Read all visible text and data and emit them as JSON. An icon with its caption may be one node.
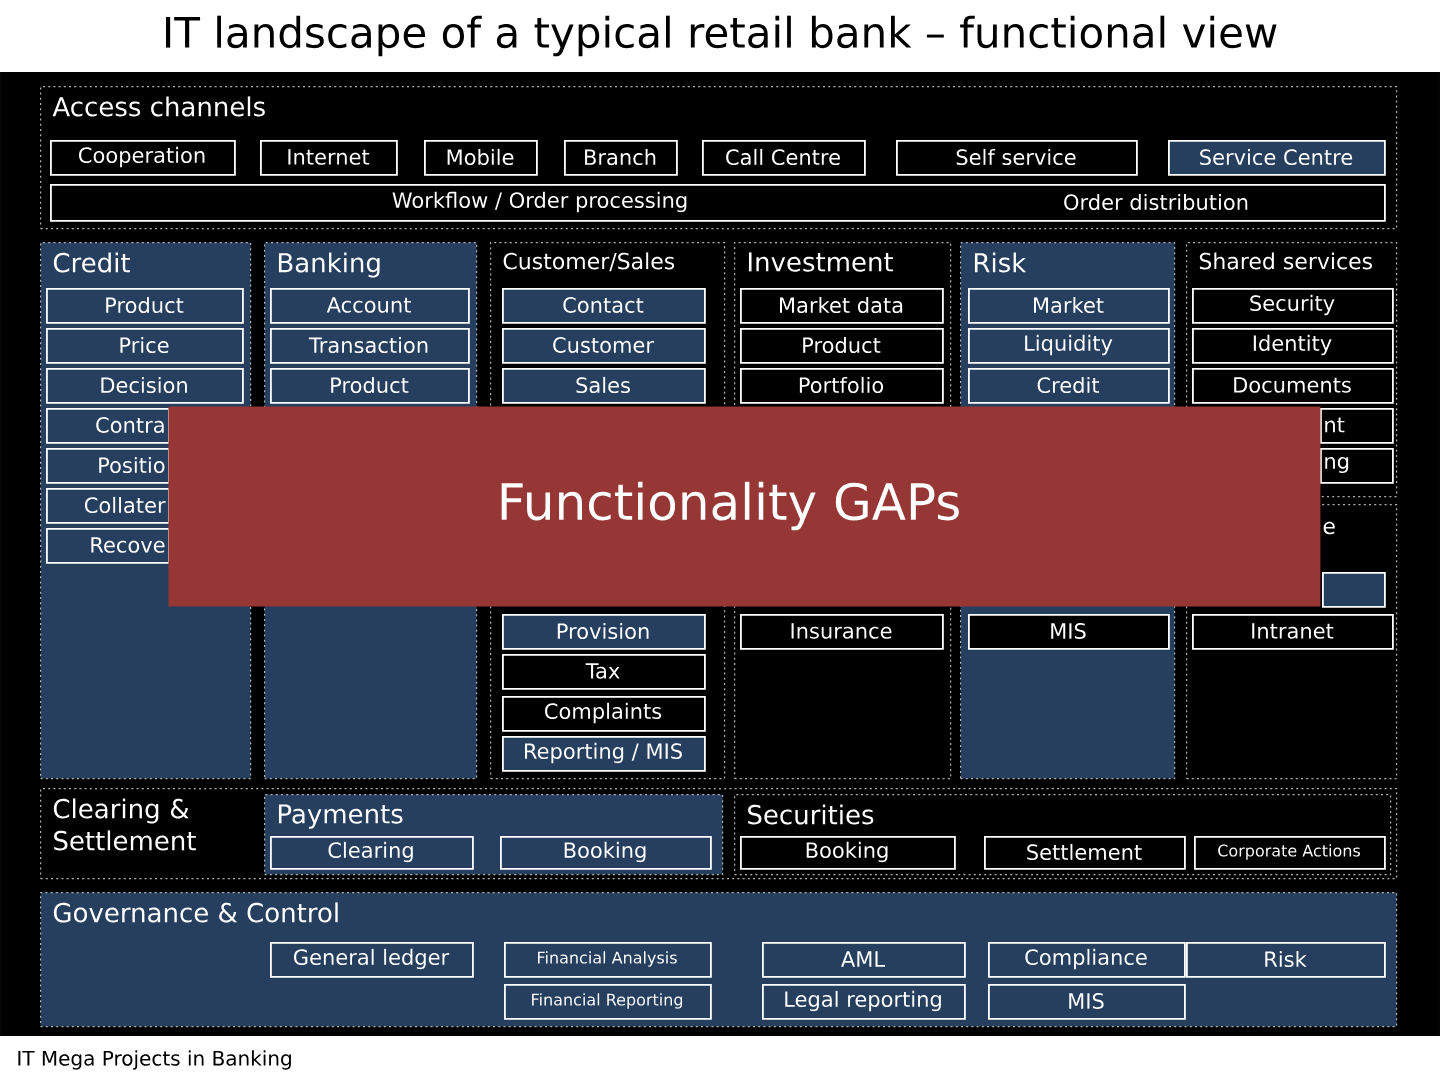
{
  "diagram": {
    "title": "IT landscape of a typical retail bank – functional view",
    "nodes": [
      {
        "text": [
          "Access channels"
        ]
      },
      {
        "text": [
          "Cooperation"
        ],
        "in": 0
      },
      {
        "text": [
          "Internet"
        ],
        "in": 0
      },
      {
        "text": [
          "Mobile"
        ],
        "in": 0
      },
      {
        "text": [
          "Branch"
        ],
        "in": 0
      },
      {
        "text": [
          "Call Centre"
        ],
        "in": 0
      },
      {
        "text": [
          "Self service"
        ],
        "in": 0
      },
      {
        "text": [
          "Service Centre"
        ],
        "in": 0
      },
      {
        "text": [
          "Workflow / Order processing",
          "Order distribution"
        ],
        "in": 0
      },
      {
        "text": [
          "Credit"
        ]
      },
      {
        "text": [
          "Product"
        ],
        "in": 9
      },
      {
        "text": [
          "Price"
        ],
        "in": 9
      },
      {
        "text": [
          "Decision"
        ],
        "in": 9
      },
      {
        "text": [
          "Contra"
        ],
        "in": 9
      },
      {
        "text": [
          "Positio"
        ],
        "in": 9
      },
      {
        "text": [
          "Collater"
        ],
        "in": 9
      },
      {
        "text": [
          "Recove"
        ],
        "in": 9
      },
      {
        "text": [
          "Banking"
        ]
      },
      {
        "text": [
          "Account"
        ],
        "in": 17
      },
      {
        "text": [
          "Transaction"
        ],
        "in": 17
      },
      {
        "text": [
          "Product"
        ],
        "in": 17
      },
      {
        "text": [
          "Customer/Sales"
        ]
      },
      {
        "text": [
          "Contact"
        ],
        "in": 21
      },
      {
        "text": [
          "Customer"
        ],
        "in": 21
      },
      {
        "text": [
          "Sales"
        ],
        "in": 21
      },
      {
        "text": [
          "Provision"
        ],
        "in": 21
      },
      {
        "text": [
          "Tax"
        ],
        "in": 21
      },
      {
        "text": [
          "Complaints"
        ],
        "in": 21
      },
      {
        "text": [
          "Reporting / MIS"
        ],
        "in": 21
      },
      {
        "text": [
          "Investment"
        ]
      },
      {
        "text": [
          "Market data"
        ],
        "in": 29
      },
      {
        "text": [
          "Product"
        ],
        "in": 29
      },
      {
        "text": [
          "Portfolio"
        ],
        "in": 29
      },
      {
        "text": [
          "Insurance"
        ],
        "in": 29
      },
      {
        "text": [
          "Risk"
        ]
      },
      {
        "text": [
          "Market"
        ],
        "in": 34
      },
      {
        "text": [
          "Liquidity"
        ],
        "in": 34
      },
      {
        "text": [
          "Credit"
        ],
        "in": 34
      },
      {
        "text": [
          "MIS"
        ],
        "in": 34
      },
      {
        "text": [
          "Shared services"
        ]
      },
      {
        "text": [
          "Security"
        ],
        "in": 39
      },
      {
        "text": [
          "Identity"
        ],
        "in": 39
      },
      {
        "text": [
          "Documents"
        ],
        "in": 39
      },
      {
        "text": [
          "nt"
        ],
        "in": 39
      },
      {
        "text": [
          "ng"
        ],
        "in": 39
      },
      {
        "text": [
          "e"
        ]
      },
      {
        "text": [],
        "shape": "box",
        "in": 45
      },
      {
        "text": [
          "Intranet"
        ],
        "in": 45
      },
      {
        "text": [
          "Clearing & Settlement"
        ]
      },
      {
        "text": [
          "Payments"
        ],
        "in": 48
      },
      {
        "text": [
          "Clearing"
        ],
        "in": 49
      },
      {
        "text": [
          "Booking"
        ],
        "in": 49
      },
      {
        "text": [
          "Securities"
        ],
        "in": 48
      },
      {
        "text": [
          "Booking"
        ],
        "in": 52
      },
      {
        "text": [
          "Settlement"
        ],
        "in": 52
      },
      {
        "text": [
          "Corporate Actions"
        ],
        "in": 52
      },
      {
        "text": [
          "Governance & Control"
        ]
      },
      {
        "text": [
          "General ledger"
        ],
        "in": 56
      },
      {
        "text": [
          "Financial Analysis"
        ],
        "in": 56
      },
      {
        "text": [
          "AML"
        ],
        "in": 56
      },
      {
        "text": [
          "Compliance"
        ],
        "in": 56
      },
      {
        "text": [
          "Risk"
        ],
        "in": 56
      },
      {
        "text": [
          "Financial Reporting"
        ],
        "in": 56
      },
      {
        "text": [
          "Legal reporting"
        ],
        "in": 56
      },
      {
        "text": [
          "MIS"
        ],
        "in": 56
      },
      {
        "text": [
          "Functionality GAPs"
        ]
      }
    ],
    "labels": [
      "IT Mega Projects in Banking"
    ]
  }
}
